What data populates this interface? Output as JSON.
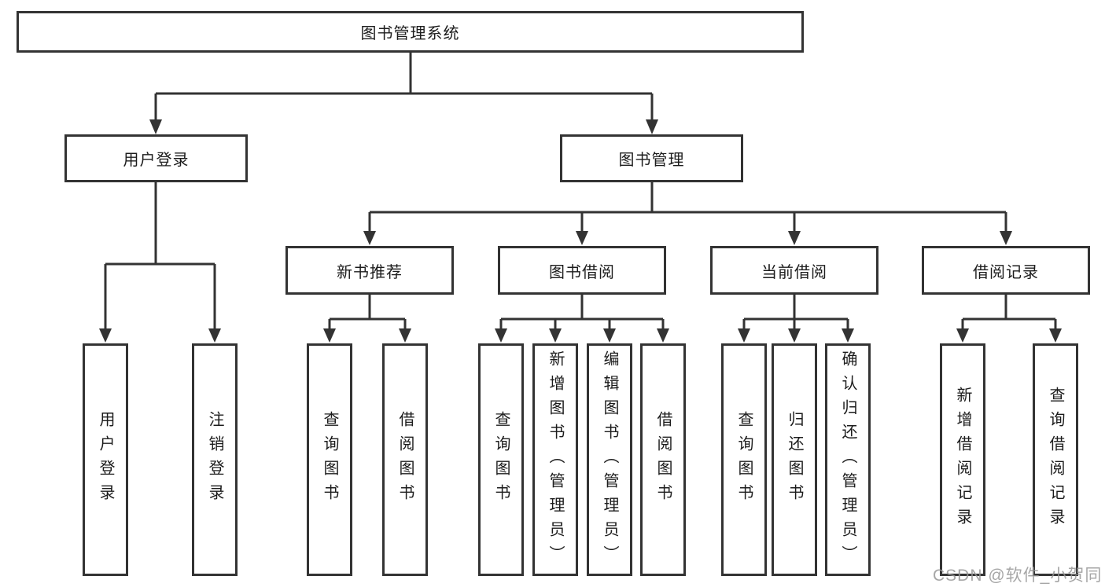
{
  "tree": {
    "root": {
      "label": "图书管理系统"
    },
    "branches": [
      {
        "label": "用户登录",
        "children": [
          {
            "label": "用户登录"
          },
          {
            "label": "注销登录"
          }
        ]
      },
      {
        "label": "图书管理",
        "sections": [
          {
            "label": "新书推荐",
            "children": [
              {
                "label": "查询图书"
              },
              {
                "label": "借阅图书"
              }
            ]
          },
          {
            "label": "图书借阅",
            "children": [
              {
                "label": "查询图书"
              },
              {
                "label": "新增图书（管理员）"
              },
              {
                "label": "编辑图书（管理员）"
              },
              {
                "label": "借阅图书"
              }
            ]
          },
          {
            "label": "当前借阅",
            "children": [
              {
                "label": "查询图书"
              },
              {
                "label": "归还图书"
              },
              {
                "label": "确认归还（管理员）"
              }
            ]
          },
          {
            "label": "借阅记录",
            "children": [
              {
                "label": "新增借阅记录"
              },
              {
                "label": "查询借阅记录"
              }
            ]
          }
        ]
      }
    ]
  },
  "watermark": {
    "text": "CSDN @软件_小贺同学",
    "color": "#969696"
  },
  "colors": {
    "background": "#ffffff",
    "box_border": "#333333",
    "box_fill": "#ffffff",
    "connector_line": "#333333",
    "text": "#1c1c1c"
  }
}
